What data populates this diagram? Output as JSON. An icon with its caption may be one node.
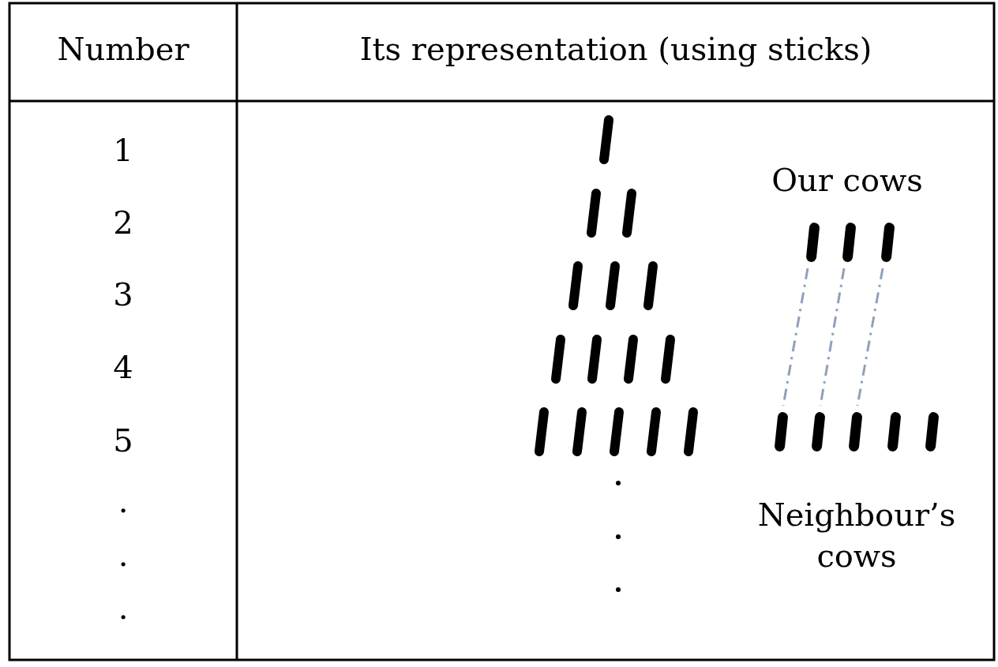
{
  "diagram": {
    "nodes": [
      {
        "text": [],
        "shape": "bar"
      },
      {
        "text": [],
        "shape": "bar"
      },
      {
        "text": [],
        "shape": "bar"
      },
      {
        "text": [],
        "shape": "bar"
      },
      {
        "text": [],
        "shape": "bar"
      },
      {
        "text": [],
        "shape": "bar"
      },
      {
        "text": [],
        "shape": "bar"
      },
      {
        "text": [],
        "shape": "bar"
      }
    ],
    "edges": [
      {
        "from": 0,
        "to": 3,
        "arrow": "none",
        "style": "dashed"
      },
      {
        "from": 1,
        "to": 4,
        "arrow": "none",
        "style": "dashed"
      },
      {
        "from": 2,
        "to": 5,
        "arrow": "none",
        "style": "dashed"
      }
    ],
    "labels": [
      "Number",
      "Its representation (using sticks)",
      "1",
      "2",
      "3",
      "4",
      "5",
      ".",
      ".",
      ".",
      "Our cows",
      "Neighbour’s cows"
    ]
  }
}
